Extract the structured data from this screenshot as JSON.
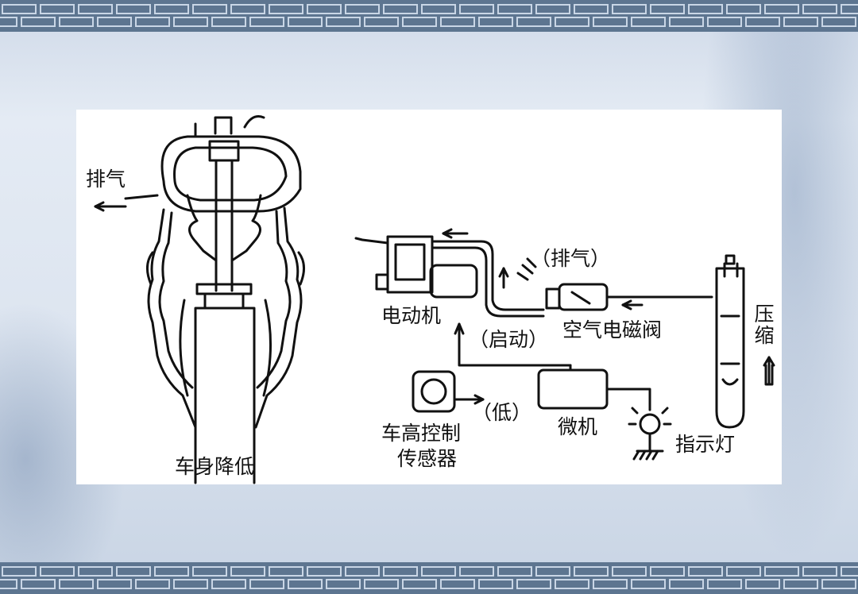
{
  "labels": {
    "exhaust_left": "排气",
    "body_lowered": "车身降低",
    "motor": "电动机",
    "exhaust_paren": "（排气）",
    "start_paren": "（启动）",
    "air_solenoid": "空气电磁阀",
    "compress": "压缩",
    "low_paren": "（低）",
    "microcomputer": "微机",
    "height_sensor_line1": "车高控制",
    "height_sensor_line2": "传感器",
    "indicator_lamp": "指示灯"
  },
  "colors": {
    "band": "#5d7590",
    "line": "#111111",
    "panel": "#ffffff"
  }
}
